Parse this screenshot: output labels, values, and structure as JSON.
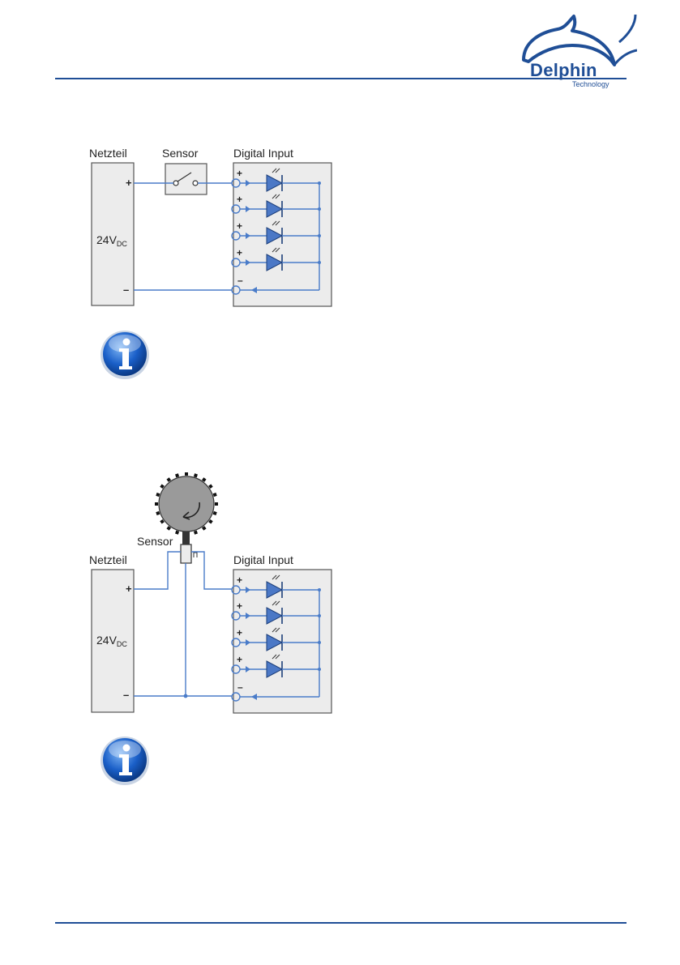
{
  "logo": {
    "name": "Delphin",
    "sub": "Technology"
  },
  "colors": {
    "brand": "#1f4e96",
    "wire": "#4a7cc9",
    "panel": "#ececec",
    "diode": "#4b78c6"
  },
  "figure1": {
    "power_label": "Netzteil",
    "sensor_label": "Sensor",
    "input_label": "Digital Input",
    "voltage_main": "24V",
    "voltage_sub": "DC",
    "plus": "+",
    "minus": "–",
    "channel_plus": "+",
    "channel_minus": "–"
  },
  "figure2": {
    "power_label": "Netzteil",
    "sensor_label": "Sensor",
    "input_label": "Digital Input",
    "voltage_main": "24V",
    "voltage_sub": "DC",
    "plus": "+",
    "minus": "–",
    "channel_plus": "+",
    "channel_minus": "–"
  },
  "icons": [
    "dolphin-logo-icon",
    "info-icon",
    "info-icon"
  ]
}
